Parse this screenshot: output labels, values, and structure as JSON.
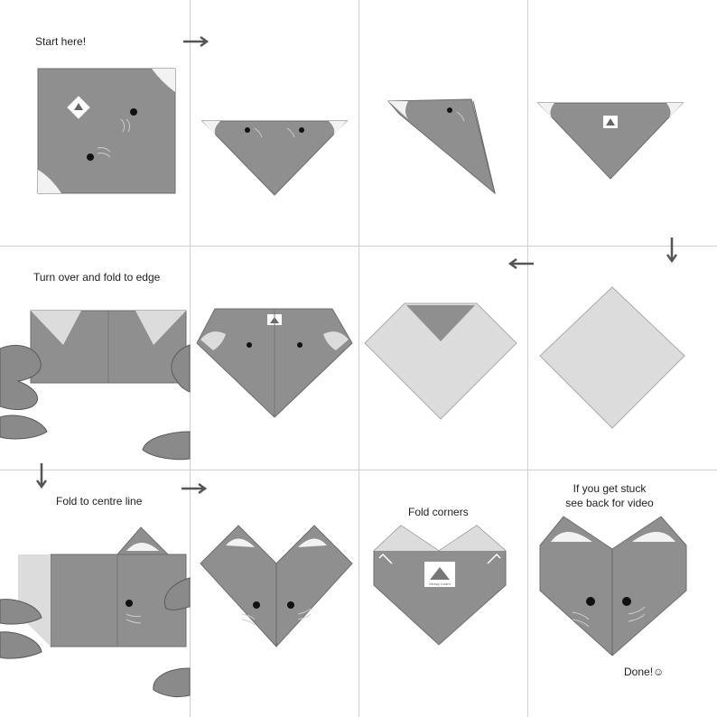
{
  "captions": {
    "start": "Start here!",
    "turn_over": "Turn over and fold to edge",
    "fold_centre": "Fold to centre line",
    "fold_corners": "Fold corners",
    "stuck_line1": "If you get stuck",
    "stuck_line2": "see back for video",
    "done": "Done!☺"
  },
  "logo_text": "Messy Lizard",
  "colors": {
    "paper_grey": "#8f8f8f",
    "paper_grey_dark": "#7a7a7a",
    "paper_light": "#dcdcdc",
    "ear_white": "#f2f2f2",
    "eye": "#111111",
    "hand": "#8a8a8a",
    "grid_line": "#cfcfcf",
    "arrow": "#555555"
  },
  "icons": [
    "arrow-right-icon",
    "arrow-down-icon",
    "arrow-left-icon",
    "smiley-icon"
  ]
}
